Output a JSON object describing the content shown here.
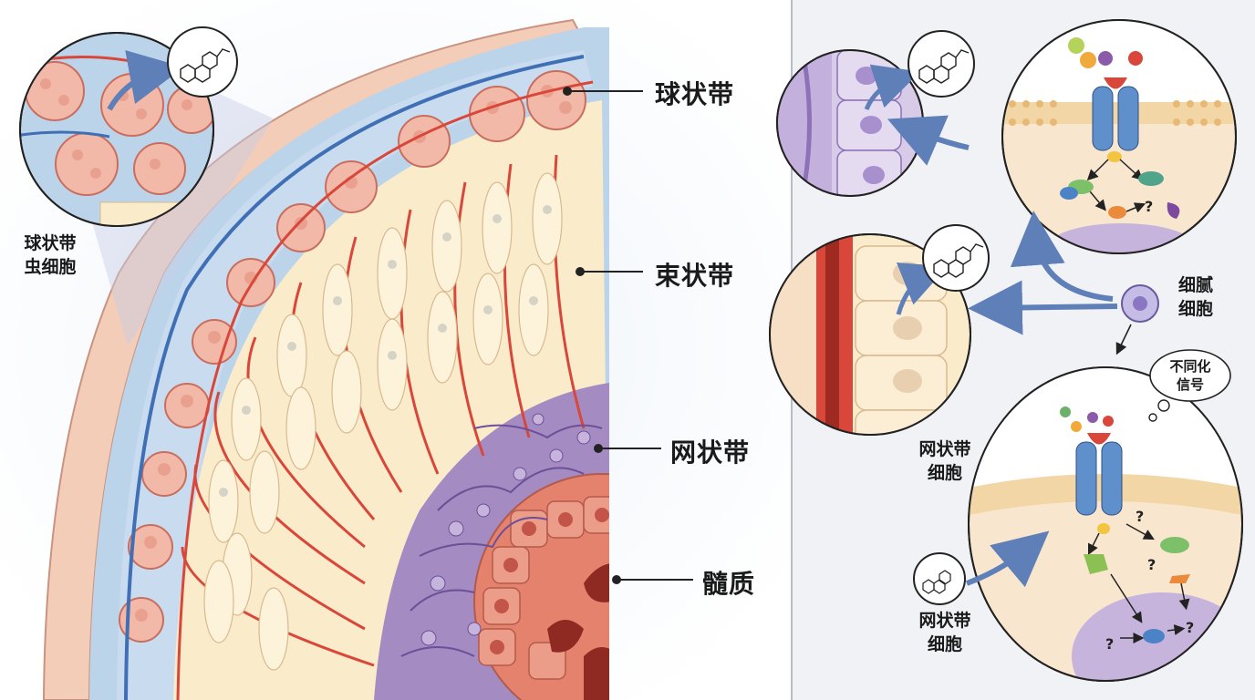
{
  "labels": {
    "zona_glomerulosa": "球状带",
    "zona_fasciculata": "束状带",
    "zona_reticularis": "网状带",
    "medulla": "髓质",
    "glomerulosa_cell_line1": "球状带",
    "glomerulosa_cell_line2": "虫细胞",
    "stromal_cell_line1": "细腻",
    "stromal_cell_line2": "细胞",
    "reticularis_cell_a_line1": "网状带",
    "reticularis_cell_a_line2": "细胞",
    "reticularis_cell_b_line1": "网状带",
    "reticularis_cell_b_line2": "细胞",
    "signal_line1": "不同化",
    "signal_line2": "信号",
    "question_mark": "?"
  },
  "colors": {
    "capsule": "#f3cdb8",
    "glomerulosa": "#f2b9a8",
    "fasciculata": "#faeccb",
    "reticularis": "#a48bc2",
    "medulla": "#e4826e",
    "vessel_red": "#d8473a",
    "vessel_blue": "#3f6fb5",
    "arrow": "#5f7fb8",
    "panel_bg": "#f1f2f6"
  }
}
